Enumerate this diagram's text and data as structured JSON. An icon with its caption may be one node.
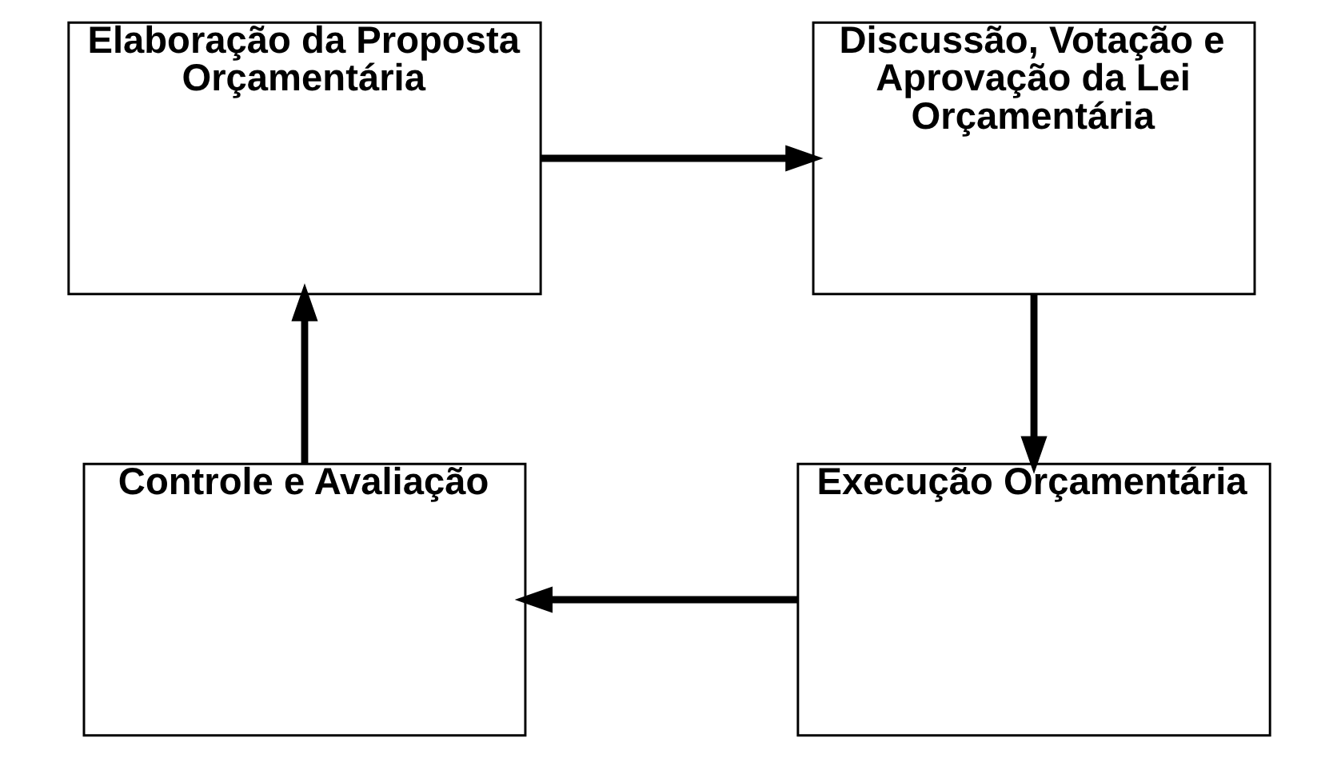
{
  "diagram": {
    "nodes": [
      {
        "text": [
          "Elaboração da Proposta Orçamentária"
        ]
      },
      {
        "text": [
          "Discussão, Votação e Aprovação da Lei Orçamentária"
        ]
      },
      {
        "text": [
          "Execução Orçamentária"
        ]
      },
      {
        "text": [
          "Controle e Avaliação"
        ]
      }
    ],
    "edges": [
      {
        "from": 0,
        "to": 1,
        "arrow": "to"
      },
      {
        "from": 1,
        "to": 2,
        "arrow": "to"
      },
      {
        "from": 2,
        "to": 3,
        "arrow": "to"
      },
      {
        "from": 3,
        "to": 0,
        "arrow": "to"
      }
    ]
  }
}
